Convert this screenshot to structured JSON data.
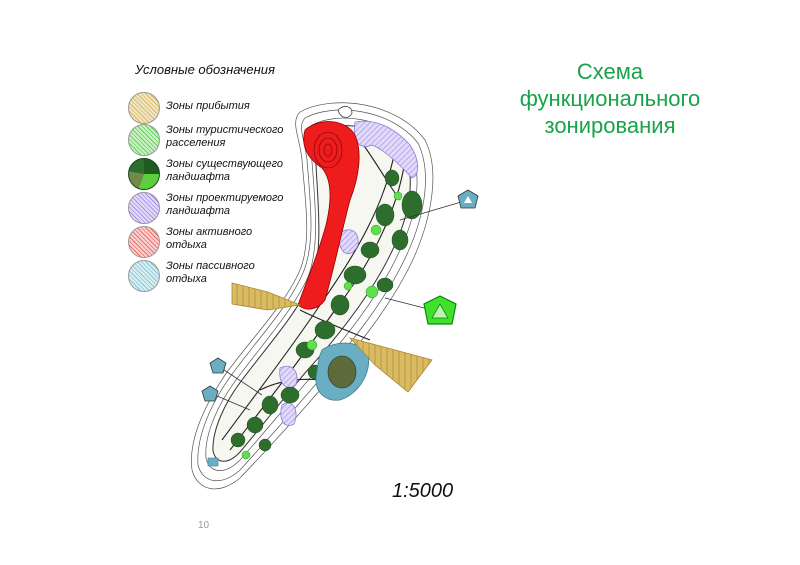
{
  "title": {
    "line1": "Схема",
    "line2": "функционального",
    "line3": "зонирования"
  },
  "legend": {
    "title": "Условные обозначения",
    "items": [
      {
        "line1": "Зоны прибытия",
        "line2": "",
        "color": "#e8d49a"
      },
      {
        "line1": "Зоны туристического",
        "line2": "расселения",
        "color": "#8fe08a"
      },
      {
        "line1": "Зоны существующего",
        "line2": "ландшафта",
        "color": "#2f7a2f"
      },
      {
        "line1": "Зоны проектируемого",
        "line2": "ландшафта",
        "color": "#b7a6ec"
      },
      {
        "line1": "Зоны активного",
        "line2": "отдыха",
        "color": "#f08a86"
      },
      {
        "line1": "Зоны пассивного",
        "line2": "отдыха",
        "color": "#a9d8e0"
      }
    ]
  },
  "scale": "1:5000",
  "page_number": "10",
  "colors": {
    "arrival": "#d9bb63",
    "tourist": "#5ee04a",
    "landscape_dark": "#2d6e2d",
    "projected": "#a98fe8",
    "active": "#ee1c1c",
    "passive": "#6aaec4"
  }
}
